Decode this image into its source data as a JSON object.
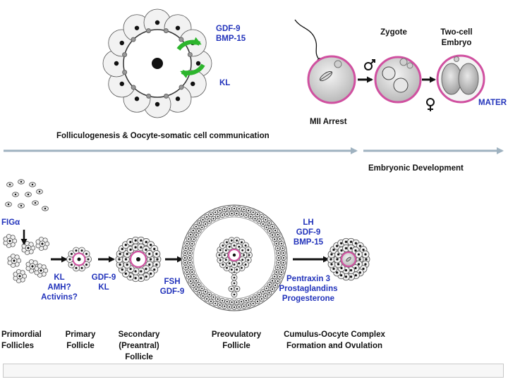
{
  "colors": {
    "factor_text": "#2233bb",
    "oocyte_ring": "#d050a0",
    "timeline_arrow": "#9fb2c0",
    "signal_arrow": "#2db52d",
    "cell_fill": "#f2f2f2",
    "outline": "#555555"
  },
  "icons": [
    "sperm-icon",
    "male-symbol-icon",
    "female-symbol-icon",
    "green-circular-arrows-icon"
  ],
  "top": {
    "factors": [
      "GDF-9",
      "BMP-15"
    ],
    "kl": "KL",
    "section_caption": "Folliculogenesis & Oocyte-somatic cell communication"
  },
  "embryo": {
    "zygote": "Zygote",
    "two_cell": [
      "Two-cell",
      "Embryo"
    ],
    "mii": "MII Arrest",
    "mater": "MATER",
    "development": "Embryonic Development"
  },
  "bottom": {
    "figa": "FIGα",
    "transition_1": [
      "KL",
      "AMH?",
      "Activins?"
    ],
    "transition_2": [
      "GDF-9",
      "KL"
    ],
    "transition_3": [
      "FSH",
      "GDF-9"
    ],
    "transition_4_above": [
      "LH",
      "GDF-9",
      "BMP-15"
    ],
    "transition_4_below": [
      "Pentraxin 3",
      "Prostaglandins",
      "Progesterone"
    ],
    "stages": [
      [
        "Primordial",
        "Follicles"
      ],
      [
        "Primary",
        "Follicle"
      ],
      [
        "Secondary",
        "(Preantral)",
        "Follicle"
      ],
      [
        "Preovulatory",
        "Follicle"
      ],
      [
        "Cumulus-Oocyte Complex",
        "Formation and Ovulation"
      ]
    ]
  }
}
